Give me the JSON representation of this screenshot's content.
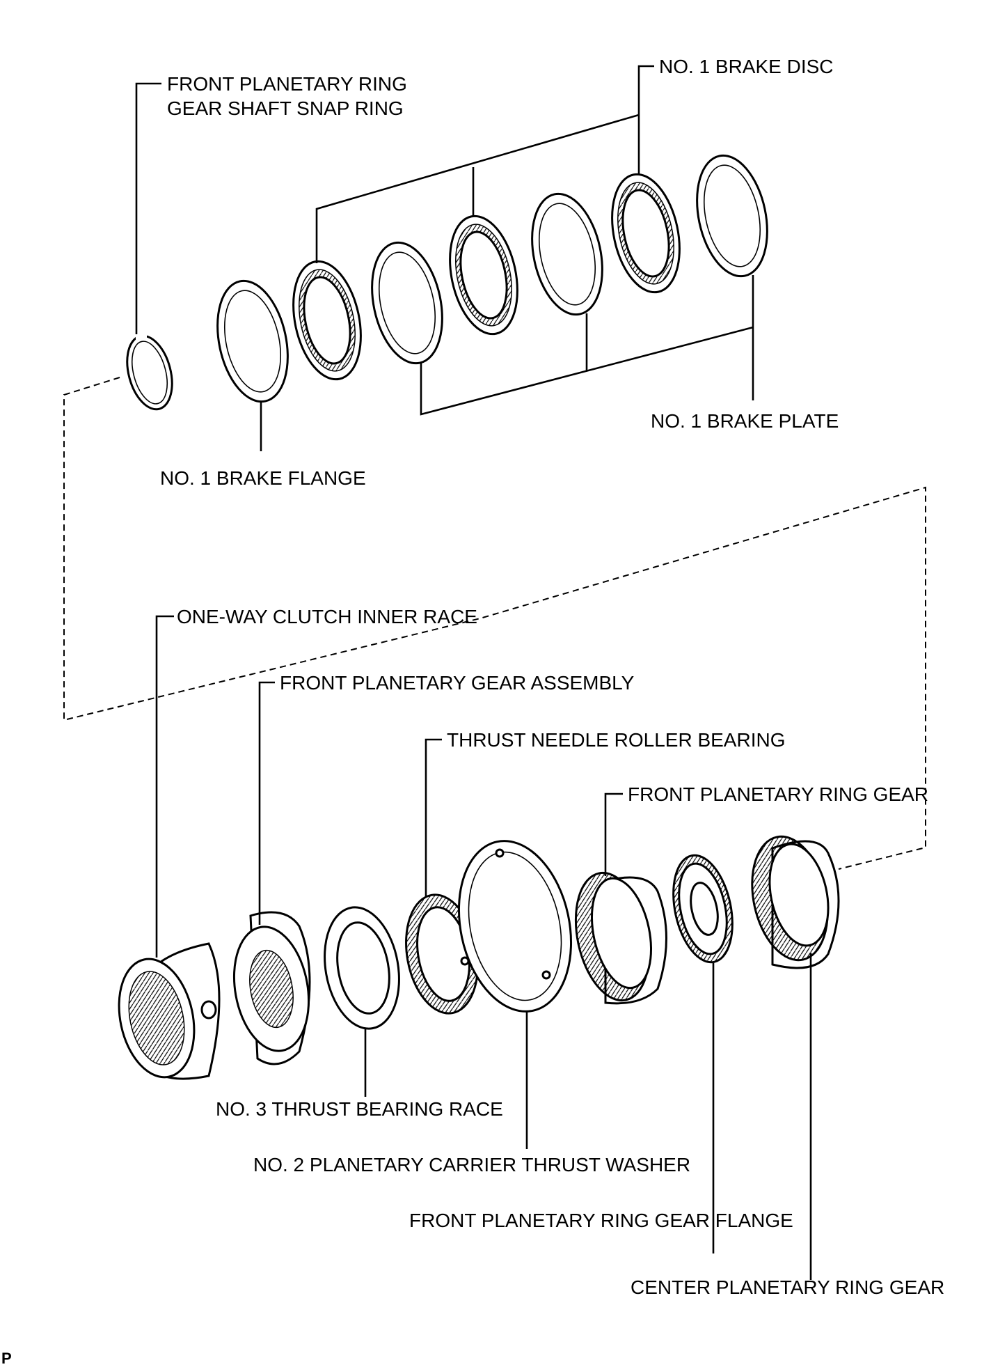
{
  "labels": {
    "snap_ring_1": "FRONT PLANETARY RING",
    "snap_ring_2": "GEAR SHAFT SNAP RING",
    "brake_disc": "NO. 1 BRAKE DISC",
    "brake_plate": "NO. 1 BRAKE PLATE",
    "brake_flange": "NO. 1 BRAKE FLANGE",
    "inner_race": "ONE-WAY CLUTCH INNER RACE",
    "front_gear_assy": "FRONT PLANETARY GEAR ASSEMBLY",
    "needle_bearing": "THRUST NEEDLE ROLLER BEARING",
    "front_ring_gear": "FRONT PLANETARY RING GEAR",
    "thrust_race": "NO. 3 THRUST BEARING RACE",
    "carrier_washer": "NO. 2  PLANETARY CARRIER THRUST WASHER",
    "ring_gear_flange": "FRONT PLANETARY RING GEAR FLANGE",
    "center_ring_gear": "CENTER PLANETARY RING GEAR",
    "corner_mark": "P"
  }
}
